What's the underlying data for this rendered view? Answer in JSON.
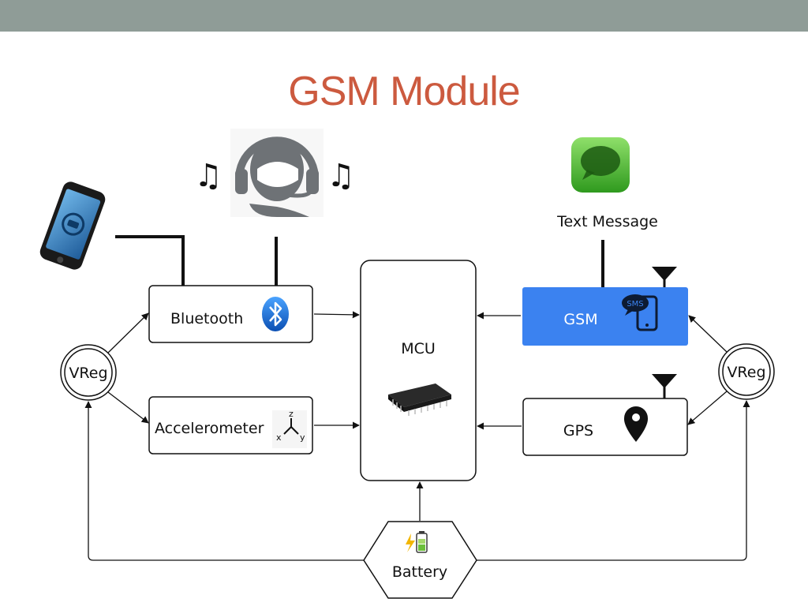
{
  "header": {
    "title": "GSM Module"
  },
  "diagram": {
    "nodes": {
      "bluetooth": "Bluetooth",
      "accelerometer": "Accelerometer",
      "mcu": "MCU",
      "gsm": "GSM",
      "gps": "GPS",
      "vreg_left": "VReg",
      "vreg_right": "VReg",
      "battery": "Battery",
      "text_message": "Text Message",
      "sms_badge": "SMS",
      "axis_x": "x",
      "axis_y": "y",
      "axis_z": "z"
    },
    "colors": {
      "gsm_fill": "#3b82f0",
      "title": "#cc5a3f",
      "topbar": "#8f9c97"
    },
    "icons": [
      "phone-icon",
      "headset-icon",
      "music-note-icon",
      "chat-bubble-icon",
      "bluetooth-icon",
      "axes-icon",
      "chip-icon",
      "sms-phone-icon",
      "antenna-icon",
      "location-pin-icon",
      "battery-charging-icon"
    ]
  }
}
